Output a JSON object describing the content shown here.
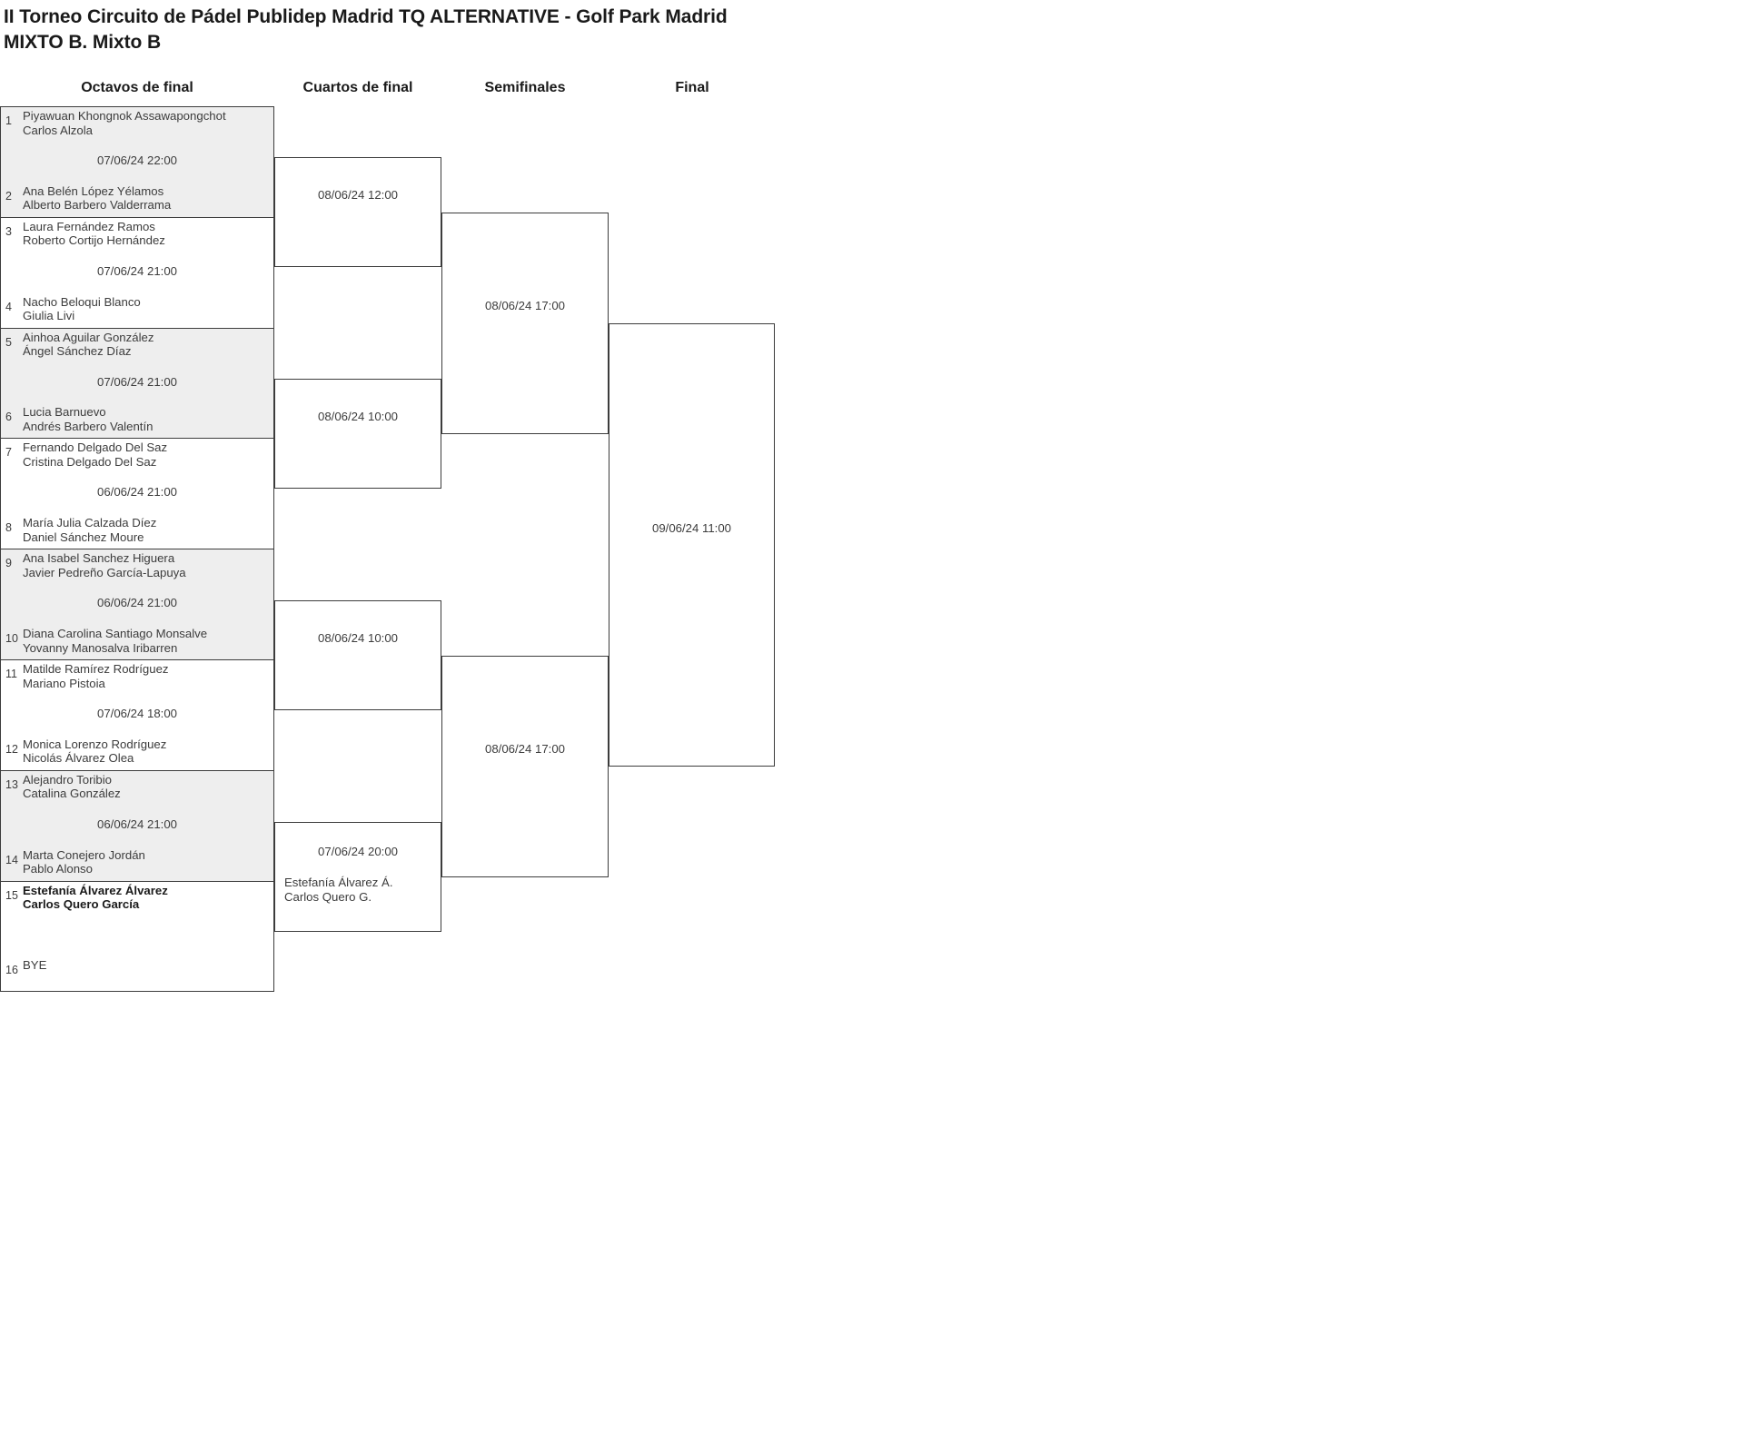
{
  "title": {
    "line1": "II Torneo Circuito de Pádel Publidep Madrid TQ ALTERNATIVE - Golf Park Madrid",
    "line2": "MIXTO B. Mixto B"
  },
  "rounds": {
    "r16": "Octavos de final",
    "qf": "Cuartos de final",
    "sf": "Semifinales",
    "final": "Final"
  },
  "r16": {
    "pairs": [
      {
        "time": "07/06/24 22:00",
        "top": {
          "seed": "1",
          "p1": "Piyawuan Khongnok Assawapongchot",
          "p2": "Carlos Alzola"
        },
        "bottom": {
          "seed": "2",
          "p1": "Ana Belén López Yélamos",
          "p2": "Alberto Barbero Valderrama"
        }
      },
      {
        "time": "07/06/24 21:00",
        "top": {
          "seed": "3",
          "p1": "Laura Fernández Ramos",
          "p2": "Roberto Cortijo Hernández"
        },
        "bottom": {
          "seed": "4",
          "p1": "Nacho Beloqui Blanco",
          "p2": "Giulia Livi"
        }
      },
      {
        "time": "07/06/24 21:00",
        "top": {
          "seed": "5",
          "p1": "Ainhoa Aguilar González",
          "p2": "Ángel Sánchez Díaz"
        },
        "bottom": {
          "seed": "6",
          "p1": "Lucia Barnuevo",
          "p2": "Andrés Barbero Valentín"
        }
      },
      {
        "time": "06/06/24 21:00",
        "top": {
          "seed": "7",
          "p1": "Fernando Delgado Del Saz",
          "p2": "Cristina Delgado Del Saz"
        },
        "bottom": {
          "seed": "8",
          "p1": "María Julia Calzada Díez",
          "p2": "Daniel Sánchez Moure"
        }
      },
      {
        "time": "06/06/24 21:00",
        "top": {
          "seed": "9",
          "p1": "Ana Isabel Sanchez Higuera",
          "p2": "Javier Pedreño García-Lapuya"
        },
        "bottom": {
          "seed": "10",
          "p1": "Diana Carolina Santiago Monsalve",
          "p2": "Yovanny Manosalva Iribarren"
        }
      },
      {
        "time": "07/06/24 18:00",
        "top": {
          "seed": "11",
          "p1": "Matilde Ramírez Rodríguez",
          "p2": "Mariano Pistoia"
        },
        "bottom": {
          "seed": "12",
          "p1": "Monica Lorenzo Rodríguez",
          "p2": "Nicolás Álvarez Olea"
        }
      },
      {
        "time": "06/06/24 21:00",
        "top": {
          "seed": "13",
          "p1": "Alejandro Toribio",
          "p2": "Catalina González"
        },
        "bottom": {
          "seed": "14",
          "p1": "Marta Conejero Jordán",
          "p2": "Pablo Alonso"
        }
      },
      {
        "time": "",
        "top": {
          "seed": "15",
          "p1": "Estefanía Álvarez Álvarez",
          "p2": "Carlos Quero García"
        },
        "bottom": {
          "seed": "16",
          "p1": "BYE",
          "p2": ""
        }
      }
    ]
  },
  "qf": {
    "matches": [
      {
        "time": "08/06/24 12:00",
        "p1": "",
        "p2": ""
      },
      {
        "time": "08/06/24 10:00",
        "p1": "",
        "p2": ""
      },
      {
        "time": "08/06/24 10:00",
        "p1": "",
        "p2": ""
      },
      {
        "time": "07/06/24 20:00",
        "p1": "Estefanía Álvarez Á.",
        "p2": "Carlos Quero G."
      }
    ]
  },
  "sf": {
    "matches": [
      {
        "time": "08/06/24 17:00"
      },
      {
        "time": "08/06/24 17:00"
      }
    ]
  },
  "final": {
    "match": {
      "time": "09/06/24 11:00"
    }
  }
}
